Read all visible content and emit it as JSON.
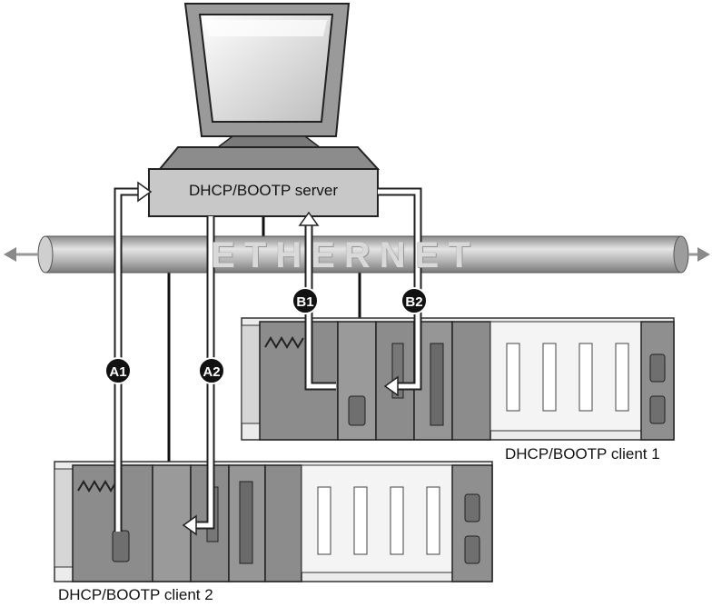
{
  "network": {
    "label": "ETHERNET"
  },
  "server": {
    "label": "DHCP/BOOTP server"
  },
  "clients": [
    {
      "label": "DHCP/BOOTP client 1"
    },
    {
      "label": "DHCP/BOOTP client 2"
    }
  ],
  "flows": [
    {
      "label": "A1"
    },
    {
      "label": "A2"
    },
    {
      "label": "B1"
    },
    {
      "label": "B2"
    }
  ],
  "colors": {
    "cable": "#b8b8b8",
    "device_body": "#8f8f8f",
    "server_box": "#c8c8c8",
    "badge": "#111111"
  }
}
